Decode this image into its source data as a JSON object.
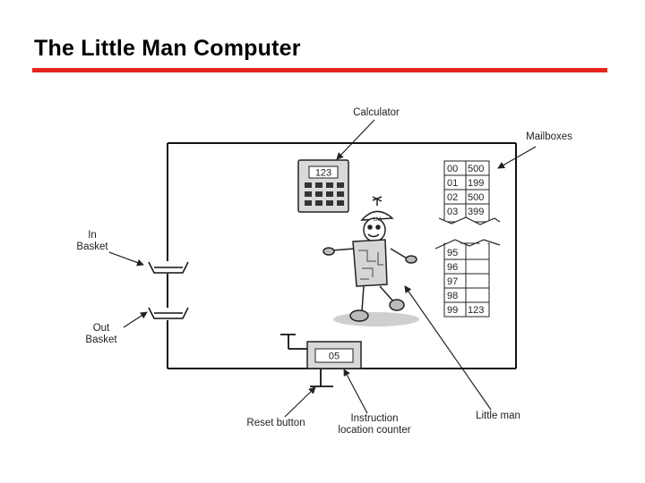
{
  "title": "The Little Man Computer",
  "labels": {
    "calculator": "Calculator",
    "mailboxes": "Mailboxes",
    "in_basket_1": "In",
    "in_basket_2": "Basket",
    "out_basket_1": "Out",
    "out_basket_2": "Basket",
    "reset_button": "Reset button",
    "counter_1": "Instruction",
    "counter_2": "location counter",
    "little_man": "Little man"
  },
  "calculator_display": "123",
  "counter_display": "05",
  "hat_label": "LM",
  "mailboxes_top": [
    {
      "addr": "00",
      "value": "500"
    },
    {
      "addr": "01",
      "value": "199"
    },
    {
      "addr": "02",
      "value": "500"
    },
    {
      "addr": "03",
      "value": "399"
    }
  ],
  "mailboxes_bottom": [
    {
      "addr": "95",
      "value": ""
    },
    {
      "addr": "96",
      "value": ""
    },
    {
      "addr": "97",
      "value": ""
    },
    {
      "addr": "98",
      "value": ""
    },
    {
      "addr": "99",
      "value": "123"
    }
  ]
}
